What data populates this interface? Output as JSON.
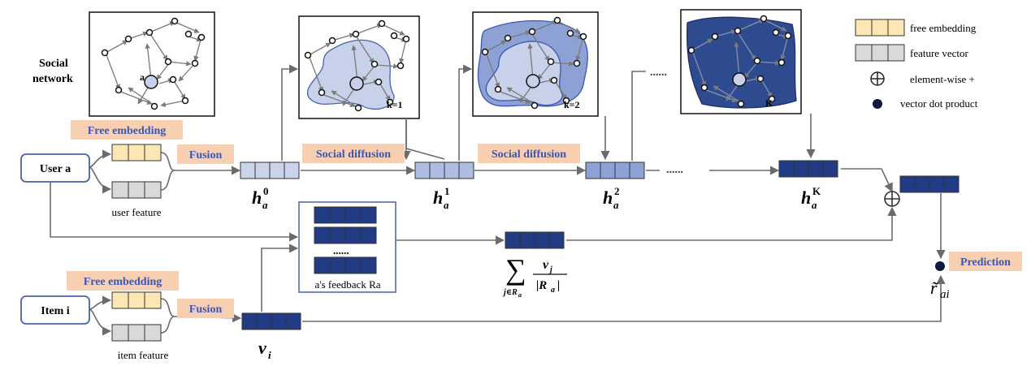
{
  "colors": {
    "tag_bg": "#f8cfb0",
    "tag_text": "#3a56b8",
    "free_cell": "#fbe6b4",
    "feature_cell": "#d9d9d9",
    "h0_cell": "#c9d3ea",
    "h1_cell": "#aebce0",
    "h2_cell": "#8ea1d4",
    "dark_cell": "#213c85",
    "region_light": "#c7d2ea",
    "region_mid": "#8ea1d4",
    "region_dark": "#2f4b8f",
    "line": "#6b6b6b"
  },
  "labels": {
    "social_network_line1": "Social",
    "social_network_line2": "network",
    "user_a": "User a",
    "item_i": "Item i",
    "free_embedding_user": "Free embedding",
    "free_embedding_item": "Free embedding",
    "fusion_user": "Fusion",
    "fusion_item": "Fusion",
    "social_diffusion_1": "Social diffusion",
    "social_diffusion_2": "Social diffusion",
    "prediction": "Prediction",
    "user_feature": "user feature",
    "item_feature": "item feature",
    "feedback_caption": "a's feedback Ra",
    "feedback_dots": "......",
    "top_dots": "......",
    "middle_dots": "......",
    "node_a": "a",
    "k1": "k=1",
    "k2": "k=2",
    "kK": "K"
  },
  "math": {
    "h0_base": "h",
    "h0_sub": "a",
    "h0_sup": "0",
    "h1_base": "h",
    "h1_sub": "a",
    "h1_sup": "1",
    "h2_base": "h",
    "h2_sub": "a",
    "h2_sup": "2",
    "hK_base": "h",
    "hK_sub": "a",
    "hK_sup": "K",
    "v_base": "v",
    "v_sub": "i",
    "sum_symbol": "∑",
    "sum_under": "j∈R",
    "sum_under_sub": "a",
    "frac_num": "v",
    "frac_num_sub": "j",
    "frac_den": "|R",
    "frac_den_sub": "a",
    "frac_den_end": "|",
    "r_base": "r̃",
    "r_sub": "ai"
  },
  "legend": {
    "free_embedding": "free embedding",
    "feature_vector": "feature vector",
    "element_wise": "element-wise +",
    "dot_product": "vector dot product"
  }
}
